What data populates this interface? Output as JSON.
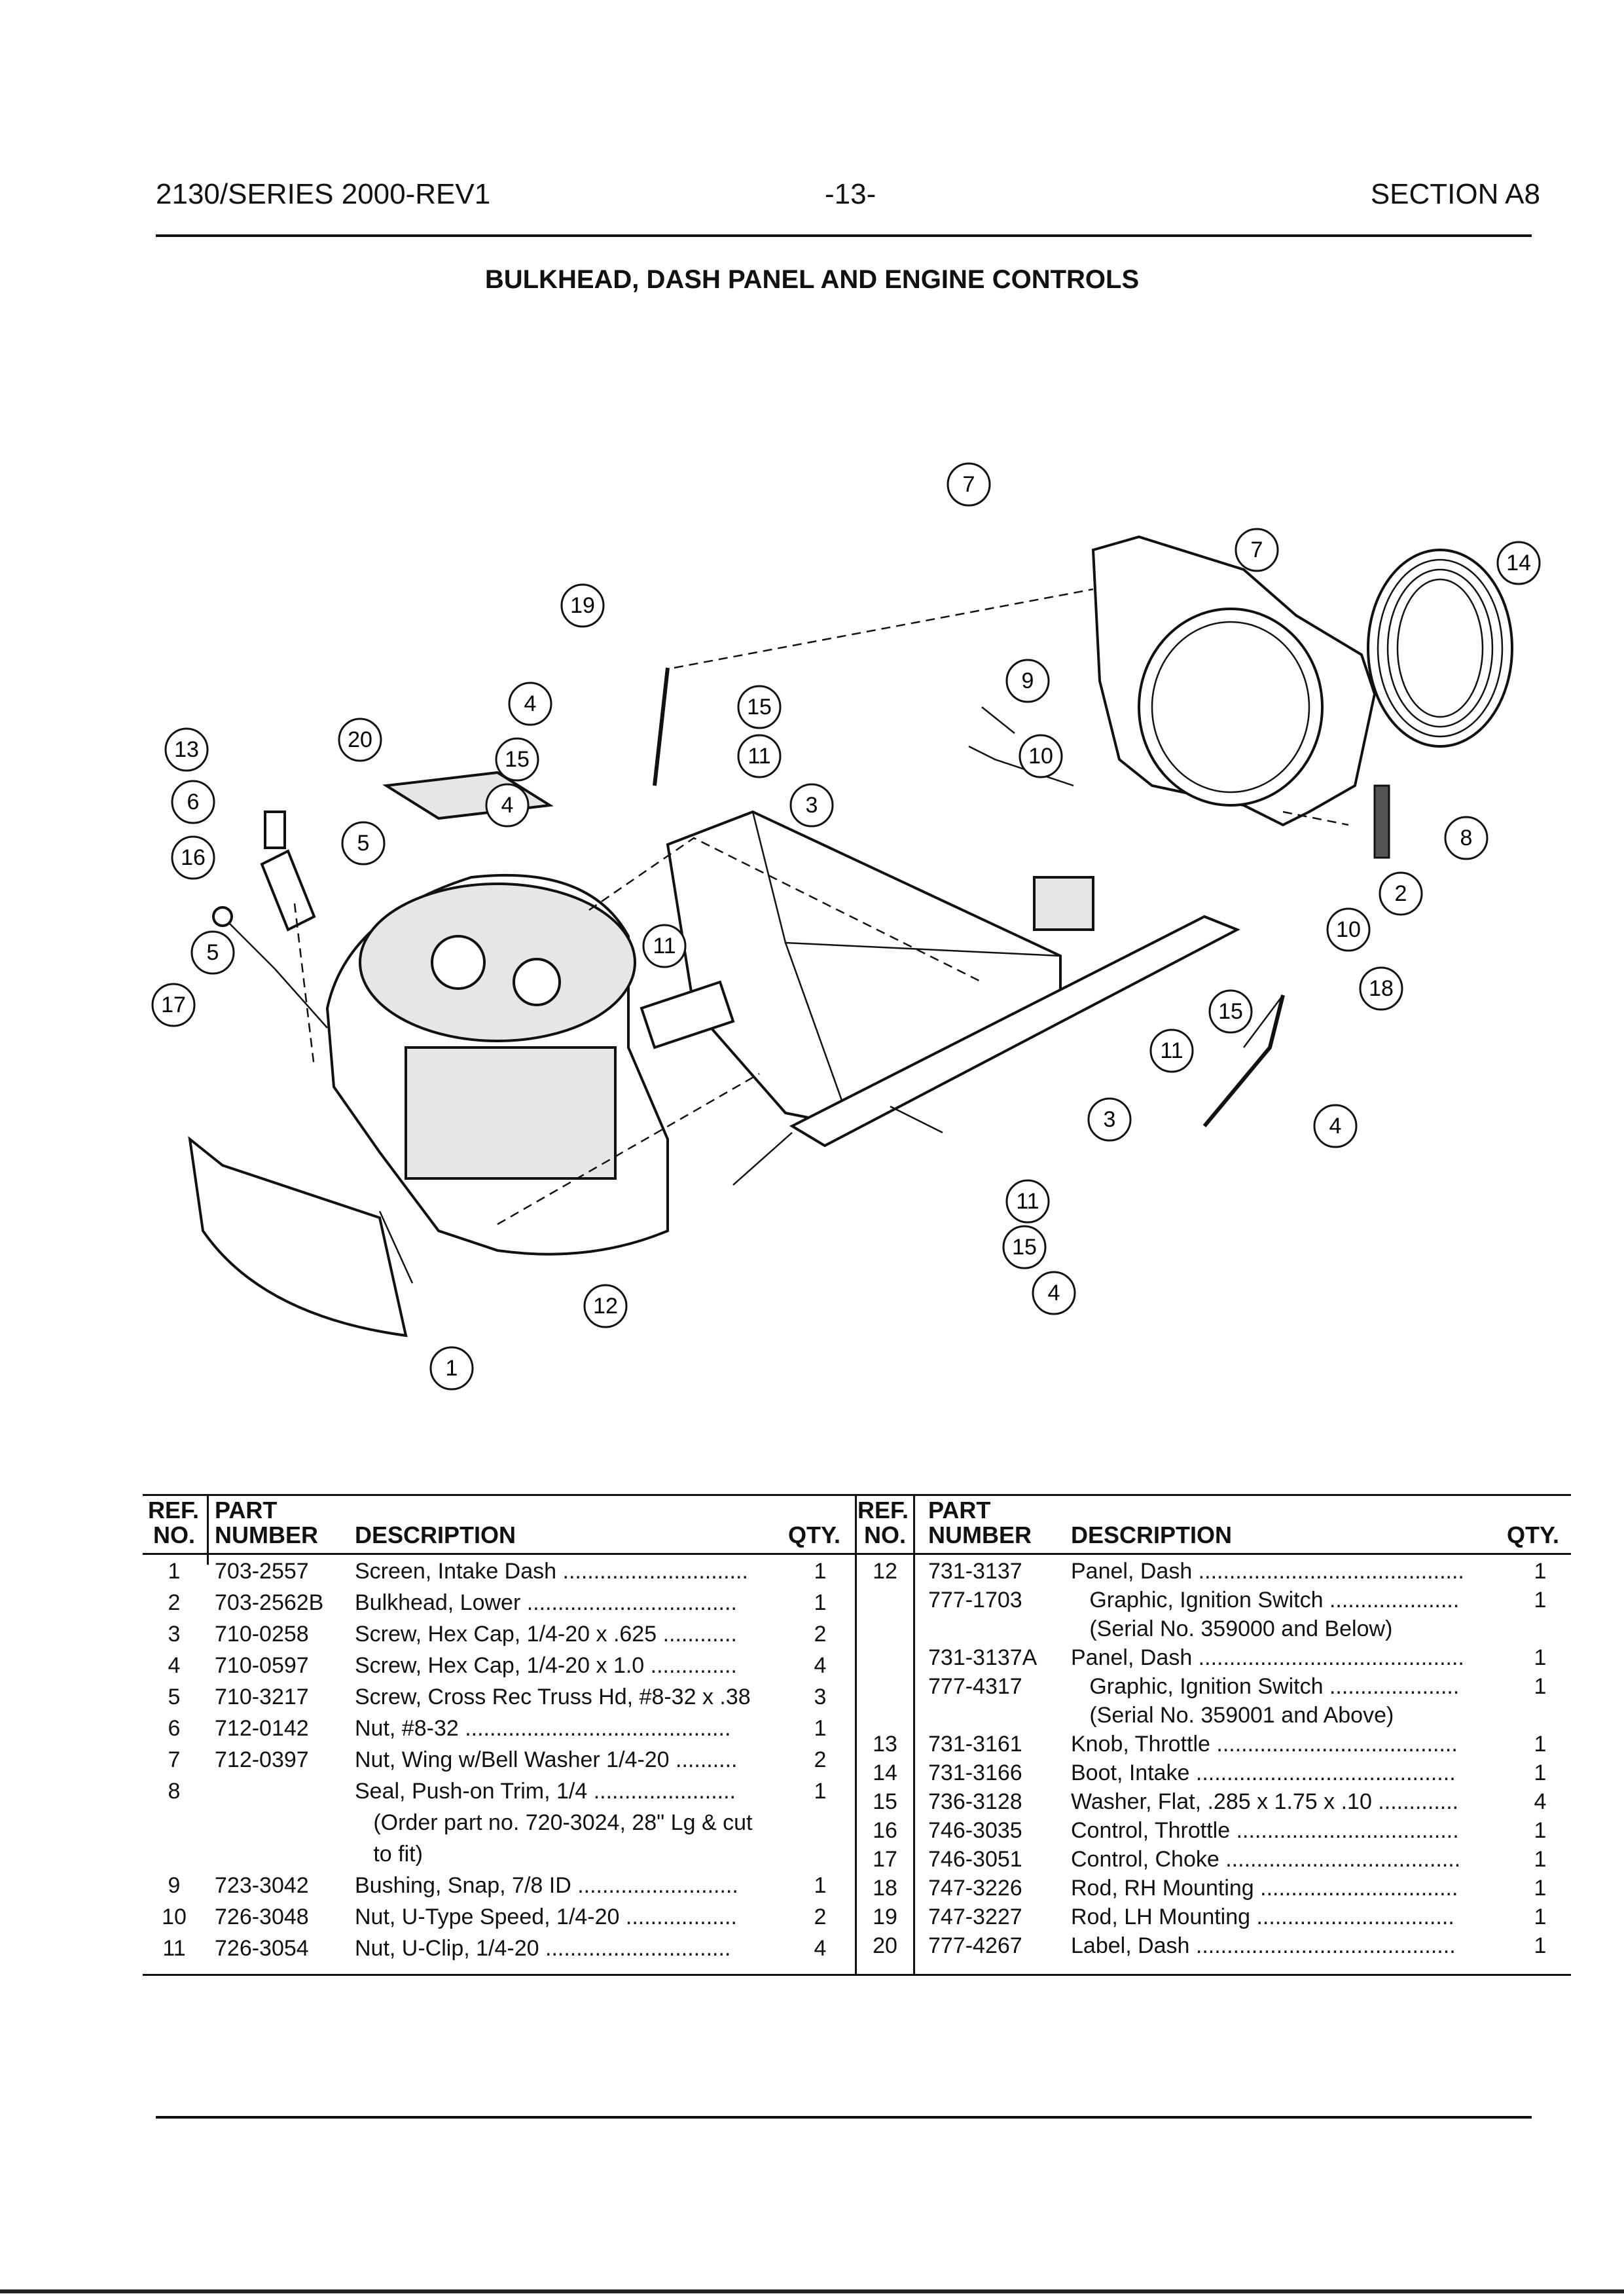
{
  "header": {
    "left": "2130/SERIES 2000-REV1",
    "center": "-13-",
    "right": "SECTION A8"
  },
  "title": "BULKHEAD, DASH PANEL AND ENGINE CONTROLS",
  "diagram": {
    "callouts": [
      "7",
      "7",
      "14",
      "19",
      "9",
      "4",
      "15",
      "13",
      "20",
      "15",
      "11",
      "10",
      "8",
      "6",
      "5",
      "4",
      "3",
      "2",
      "16",
      "11",
      "10",
      "5",
      "18",
      "17",
      "15",
      "11",
      "3",
      "4",
      "12",
      "11",
      "15",
      "4",
      "1"
    ]
  },
  "table": {
    "headers": {
      "ref_no": [
        "REF.",
        "NO."
      ],
      "part_number": [
        "PART",
        "NUMBER"
      ],
      "description": "DESCRIPTION",
      "qty": "QTY."
    },
    "left_rows": [
      {
        "ref": "1",
        "part": "703-2557",
        "desc": "Screen, Intake Dash ..............................",
        "qty": "1"
      },
      {
        "ref": "2",
        "part": "703-2562B",
        "desc": "Bulkhead, Lower ..................................",
        "qty": "1"
      },
      {
        "ref": "3",
        "part": "710-0258",
        "desc": "Screw, Hex Cap, 1/4-20 x .625 ............",
        "qty": "2"
      },
      {
        "ref": "4",
        "part": "710-0597",
        "desc": "Screw, Hex Cap, 1/4-20 x 1.0 ..............",
        "qty": "4"
      },
      {
        "ref": "5",
        "part": "710-3217",
        "desc": "Screw, Cross Rec Truss Hd, #8-32 x .38",
        "qty": "3"
      },
      {
        "ref": "6",
        "part": "712-0142",
        "desc": "Nut, #8-32 ...........................................",
        "qty": "1"
      },
      {
        "ref": "7",
        "part": "712-0397",
        "desc": "Nut, Wing w/Bell Washer 1/4-20 ..........",
        "qty": "2"
      },
      {
        "ref": "8",
        "part": "",
        "desc": "Seal, Push-on Trim, 1/4 .......................",
        "qty": "1"
      },
      {
        "ref": "",
        "part": "",
        "desc": "   (Order part no. 720-3024, 28\" Lg & cut",
        "qty": ""
      },
      {
        "ref": "",
        "part": "",
        "desc": "   to fit)",
        "qty": ""
      },
      {
        "ref": "9",
        "part": "723-3042",
        "desc": "Bushing, Snap, 7/8 ID ..........................",
        "qty": "1"
      },
      {
        "ref": "10",
        "part": "726-3048",
        "desc": "Nut, U-Type Speed, 1/4-20 ..................",
        "qty": "2"
      },
      {
        "ref": "11",
        "part": "726-3054",
        "desc": "Nut, U-Clip, 1/4-20 ..............................",
        "qty": "4"
      }
    ],
    "right_rows": [
      {
        "ref": "12",
        "part": "731-3137",
        "desc": "Panel, Dash ...........................................",
        "qty": "1"
      },
      {
        "ref": "",
        "part": "777-1703",
        "desc": "   Graphic, Ignition Switch .....................",
        "qty": "1"
      },
      {
        "ref": "",
        "part": "",
        "desc": "   (Serial No. 359000 and Below)",
        "qty": ""
      },
      {
        "ref": "",
        "part": "731-3137A",
        "desc": "Panel, Dash ...........................................",
        "qty": "1"
      },
      {
        "ref": "",
        "part": "777-4317",
        "desc": "   Graphic, Ignition Switch .....................",
        "qty": "1"
      },
      {
        "ref": "",
        "part": "",
        "desc": "   (Serial No. 359001 and Above)",
        "qty": ""
      },
      {
        "ref": "13",
        "part": "731-3161",
        "desc": "Knob, Throttle .......................................",
        "qty": "1"
      },
      {
        "ref": "14",
        "part": "731-3166",
        "desc": "Boot, Intake ..........................................",
        "qty": "1"
      },
      {
        "ref": "15",
        "part": "736-3128",
        "desc": "Washer, Flat, .285 x 1.75 x .10 .............",
        "qty": "4"
      },
      {
        "ref": "16",
        "part": "746-3035",
        "desc": "Control, Throttle ....................................",
        "qty": "1"
      },
      {
        "ref": "17",
        "part": "746-3051",
        "desc": "Control, Choke ......................................",
        "qty": "1"
      },
      {
        "ref": "18",
        "part": "747-3226",
        "desc": "Rod, RH Mounting ................................",
        "qty": "1"
      },
      {
        "ref": "19",
        "part": "747-3227",
        "desc": "Rod, LH Mounting ................................",
        "qty": "1"
      },
      {
        "ref": "20",
        "part": "777-4267",
        "desc": "Label, Dash ..........................................",
        "qty": "1"
      }
    ]
  }
}
